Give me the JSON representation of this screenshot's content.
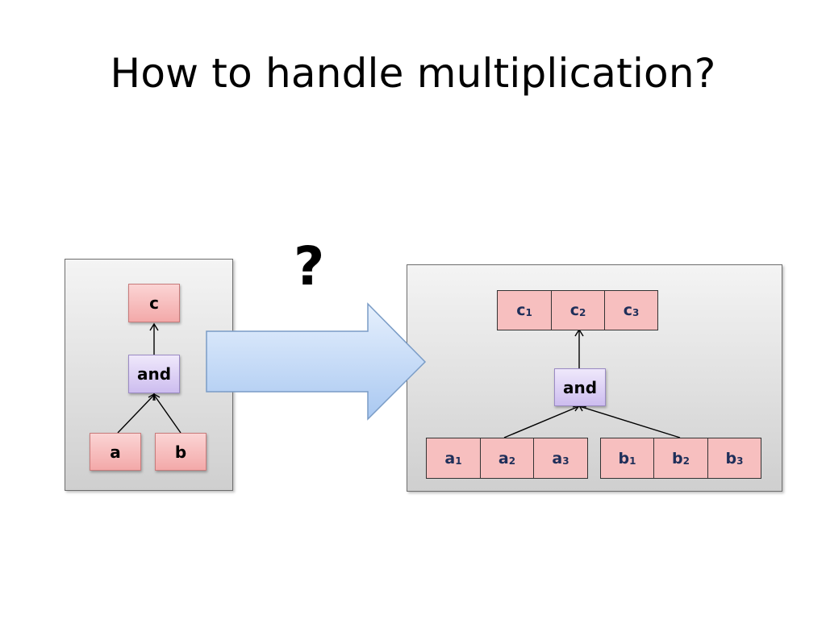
{
  "slide": {
    "title": "How to handle multiplication?",
    "question_mark": "?"
  },
  "left_panel": {
    "output": "c",
    "gate": "and",
    "input_a": "a",
    "input_b": "b"
  },
  "right_panel": {
    "outputs": [
      {
        "base": "c",
        "index": "1"
      },
      {
        "base": "c",
        "index": "2"
      },
      {
        "base": "c",
        "index": "3"
      }
    ],
    "gate": "and",
    "inputs_a": [
      {
        "base": "a",
        "index": "1"
      },
      {
        "base": "a",
        "index": "2"
      },
      {
        "base": "a",
        "index": "3"
      }
    ],
    "inputs_b": [
      {
        "base": "b",
        "index": "1"
      },
      {
        "base": "b",
        "index": "2"
      },
      {
        "base": "b",
        "index": "3"
      }
    ]
  },
  "colors": {
    "node_pink": "#f3a9a9",
    "gate_purple": "#cdbdef",
    "arrow_blue": "#c6dcf8"
  }
}
